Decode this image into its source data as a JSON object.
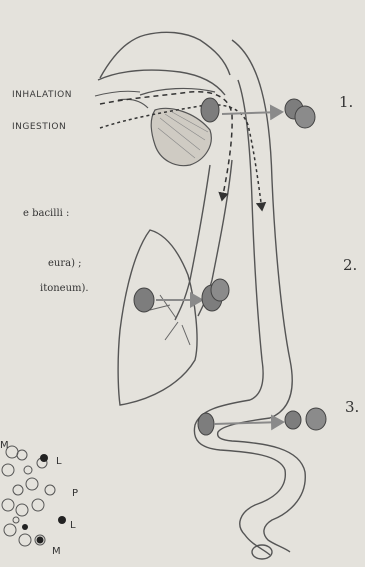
{
  "labels": {
    "inhalation": "INHALATION",
    "ingestion": "INGESTION"
  },
  "left_text": {
    "line1": "e bacilli :",
    "line2": "eura) ;",
    "line3": "itoneum)."
  },
  "step_numbers": [
    "1.",
    "2.",
    "3."
  ],
  "cell_labels": [
    "M",
    "L",
    "P",
    "L",
    "M"
  ],
  "colors": {
    "background": "#e4e2dc",
    "line": "#555555",
    "arrow": "#8a8a8a",
    "cell_fill": "#7d7d7d"
  }
}
